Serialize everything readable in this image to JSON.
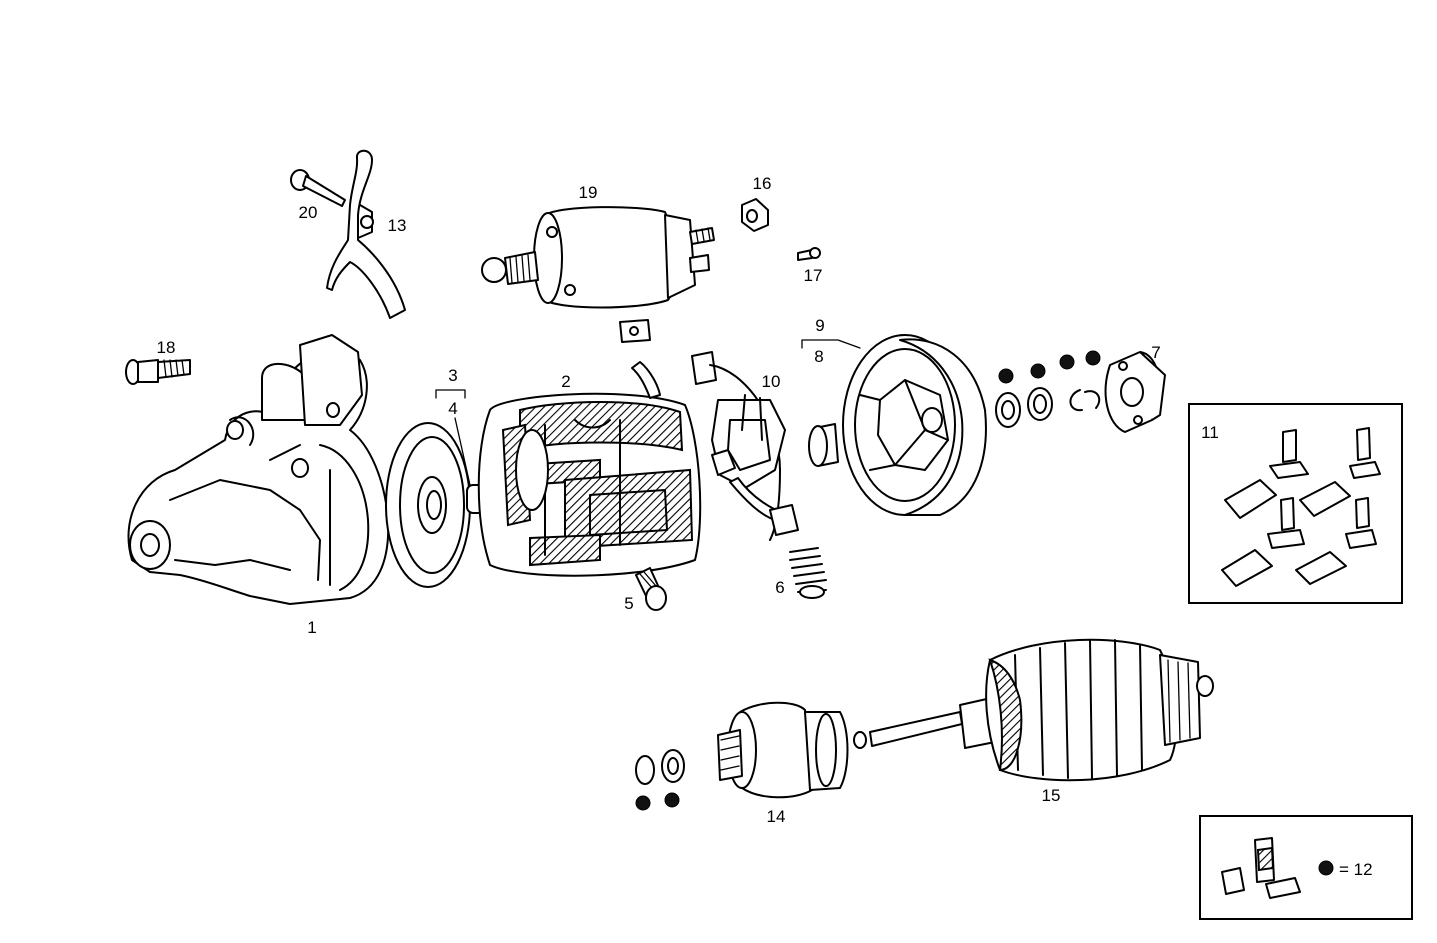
{
  "callouts": {
    "c1": "1",
    "c2": "2",
    "c3": "3",
    "c4": "4",
    "c5": "5",
    "c6": "6",
    "c7": "7",
    "c8": "8",
    "c9": "9",
    "c10": "10",
    "c11": "11",
    "c13": "13",
    "c14": "14",
    "c15": "15",
    "c16": "16",
    "c17": "17",
    "c18": "18",
    "c19": "19",
    "c20": "20"
  },
  "legend": {
    "equals_text": "= 12"
  }
}
